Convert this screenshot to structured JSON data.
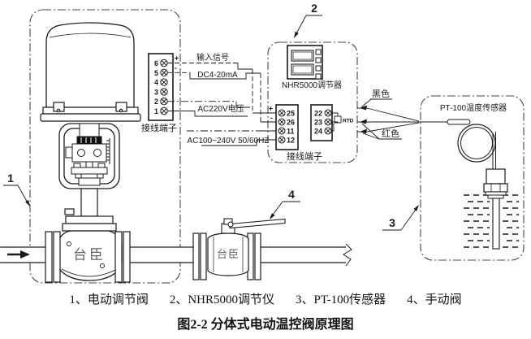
{
  "callouts": {
    "c1": "1",
    "c2": "2",
    "c3": "3",
    "c4": "4"
  },
  "actuator": {
    "terminals": [
      "6",
      "5",
      "4",
      "3",
      "2",
      "1"
    ],
    "polarity_plus": "+",
    "polarity_minus": "-",
    "terminal_block_label": "接线端子",
    "valve_brand": "台臣"
  },
  "wires": {
    "input_signal": "输入信号",
    "signal_range": "DC4-20mA",
    "ac220": "AC220V电压",
    "ac_supply": "AC100~240V 50/60HZ",
    "black_wire": "黑色",
    "red_wire": "红色"
  },
  "controller": {
    "name": "NHR5000调节器",
    "terminal_block_label": "接线端子",
    "left_terminals": [
      "25",
      "26",
      "11",
      "12"
    ],
    "right_terminals": [
      "22",
      "23",
      "24"
    ],
    "rtd": "RTD",
    "polarity_plus": "+",
    "polarity_minus": "-"
  },
  "sensor": {
    "name": "PT-100温度传感器"
  },
  "manual_valve": {
    "brand": "台臣"
  },
  "caption": {
    "legend": [
      "1、电动调节阀",
      "2、NHR5000调节仪",
      "3、PT-100传感器",
      "4、手动阀"
    ],
    "title": "图2-2 分体式电动温控阀原理图"
  }
}
